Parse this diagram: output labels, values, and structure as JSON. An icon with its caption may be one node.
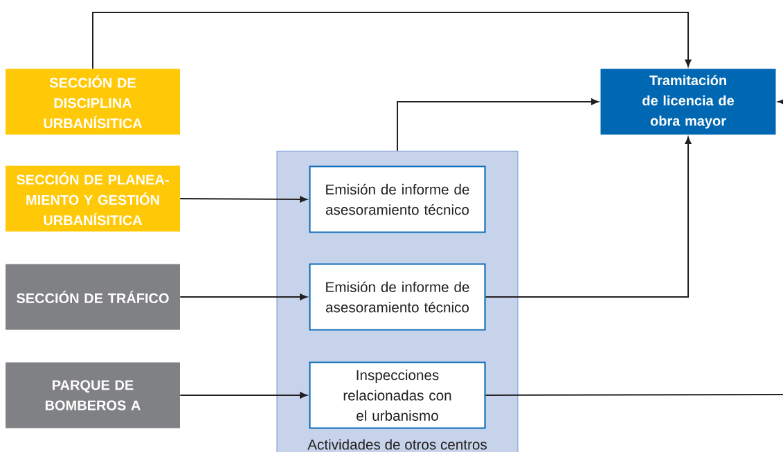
{
  "diagram": {
    "nodes": [
      {
        "text": [
          "SECCIÓN DE DISCIPLINA URBANÍSITICA"
        ]
      },
      {
        "text": [
          "SECCIÓN DE PLANEA- MIENTO Y GESTIÓN URBANÍSITICA"
        ]
      },
      {
        "text": [
          "SECCIÓN DE TRÁFICO"
        ]
      },
      {
        "text": [
          "PARQUE DE BOMBEROS A"
        ]
      },
      {
        "text": [
          "Tramitación de licencia de obra mayor"
        ]
      },
      {
        "text": [
          "Actividades de otros centros"
        ]
      },
      {
        "text": [
          "Emisión de informe de asesoramiento técnico"
        ],
        "in": 5
      },
      {
        "text": [
          "Emisión de informe de asesoramiento técnico"
        ],
        "in": 5
      },
      {
        "text": [
          "Inspecciones relacionadas con el urbanismo"
        ],
        "in": 5
      }
    ],
    "edges": [
      {
        "from": 0,
        "to": 4,
        "arrow": "to"
      },
      {
        "from": 5,
        "to": 4,
        "arrow": "to"
      },
      {
        "from": 1,
        "to": 6,
        "arrow": "to"
      },
      {
        "from": 2,
        "to": 7,
        "arrow": "to"
      },
      {
        "from": 3,
        "to": 8,
        "arrow": "to"
      },
      {
        "from": 7,
        "to": 4,
        "arrow": "to"
      },
      {
        "from": null,
        "to": 4,
        "arrow": "to"
      },
      {
        "from": 8,
        "to": null,
        "arrow": "none"
      }
    ]
  }
}
